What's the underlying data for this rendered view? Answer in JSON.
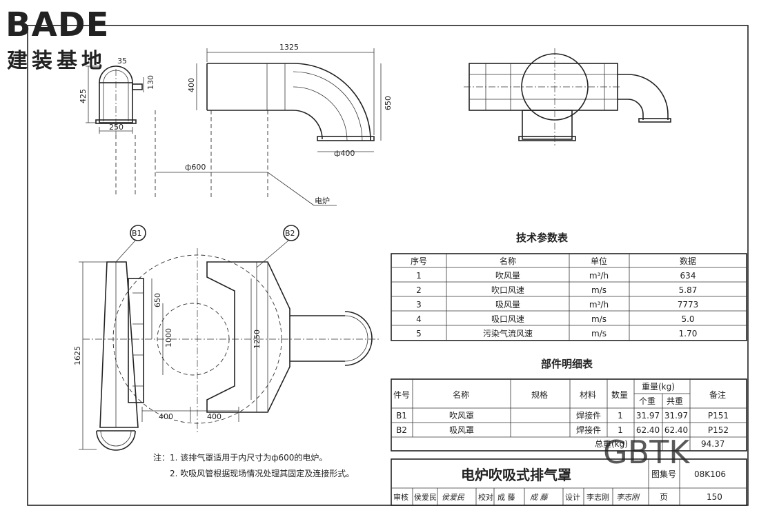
{
  "logo": {
    "brand": "BADE",
    "subtitle": "建装基地"
  },
  "watermark": "GBTK",
  "dimensions": {
    "d1325": "1325",
    "d400a": "400",
    "d650a": "650",
    "d425": "425",
    "d250": "250",
    "d35": "35",
    "d130": "130",
    "phi600": "ф600",
    "phi400": "ф400",
    "furnace": "电炉",
    "d1625": "1625",
    "d650b": "650",
    "d1000": "1000",
    "d1250": "1250",
    "d400b": "400",
    "d400c": "400"
  },
  "callouts": {
    "b1": "B1",
    "b2": "B2"
  },
  "tech_table": {
    "title": "技术参数表",
    "headers": [
      "序号",
      "名称",
      "单位",
      "数据"
    ],
    "rows": [
      [
        "1",
        "吹风量",
        "m³/h",
        "634"
      ],
      [
        "2",
        "吹口风速",
        "m/s",
        "5.87"
      ],
      [
        "3",
        "吸风量",
        "m³/h",
        "7773"
      ],
      [
        "4",
        "吸口风速",
        "m/s",
        "5.0"
      ],
      [
        "5",
        "污染气流风速",
        "m/s",
        "1.70"
      ]
    ]
  },
  "parts_table": {
    "title": "部件明细表",
    "h_no": "件号",
    "h_name": "名称",
    "h_spec": "规格",
    "h_material": "材料",
    "h_qty": "数量",
    "h_weight": "重量(kg)",
    "h_single": "个重",
    "h_total": "共重",
    "h_remark": "备注",
    "rows": [
      [
        "B1",
        "吹风罩",
        "",
        "焊接件",
        "1",
        "31.97",
        "31.97",
        "P151"
      ],
      [
        "B2",
        "吸风罩",
        "",
        "焊接件",
        "1",
        "62.40",
        "62.40",
        "P152"
      ]
    ],
    "total_label": "总重(kg)",
    "total_value": "94.37"
  },
  "notes": {
    "n1": "注：1. 该排气罩适用于内尺寸为ф600的电炉。",
    "n2": "2. 吹吸风管根据现场情况处理其固定及连接形式。"
  },
  "title_block": {
    "drawing_title": "电炉吹吸式排气罩",
    "atlas_label": "图集号",
    "atlas_no": "08K106",
    "review_label": "审核",
    "reviewer": "侯爱民",
    "review_sig": "侯爱民",
    "check_label": "校对",
    "checker": "成 藤",
    "check_sig": "成 藤",
    "design_label": "设计",
    "designer": "李志刚",
    "design_sig": "李志刚",
    "page_label": "页",
    "page_no": "150"
  }
}
